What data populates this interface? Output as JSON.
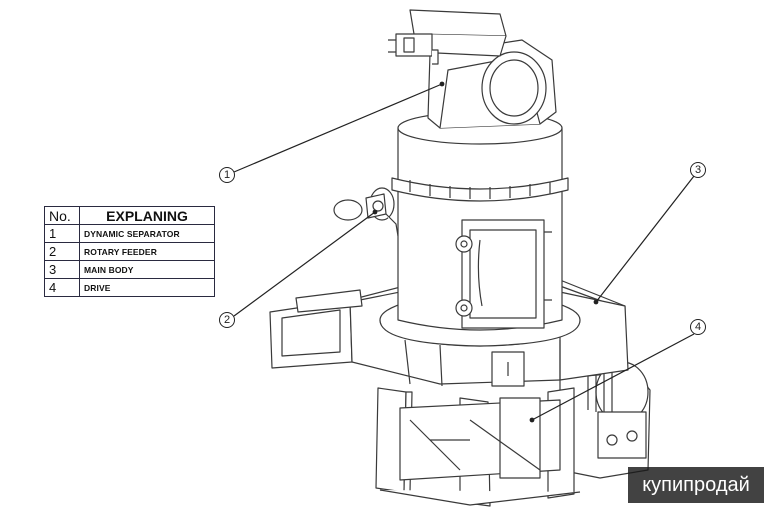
{
  "legend": {
    "header_no": "No.",
    "header_explaining": "EXPLANING",
    "rows": [
      {
        "no": "1",
        "label": "DYNAMIC SEPARATOR"
      },
      {
        "no": "2",
        "label": "ROTARY FEEDER"
      },
      {
        "no": "3",
        "label": "MAIN BODY"
      },
      {
        "no": "4",
        "label": "DRIVE"
      }
    ]
  },
  "callouts": [
    "1",
    "2",
    "3",
    "4"
  ],
  "watermark": "купипродай",
  "colors": {
    "line": "#3a3a3a",
    "watermark_bg": "#191919"
  }
}
